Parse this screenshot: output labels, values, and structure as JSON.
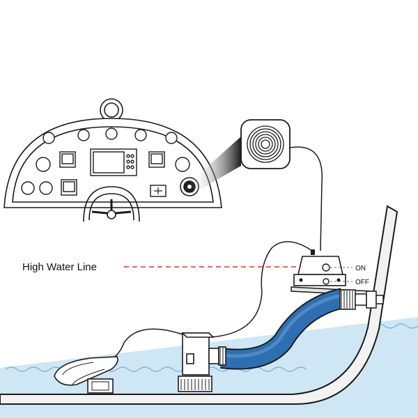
{
  "labels": {
    "high_water_line": "High Water Line",
    "switch_on": "ON",
    "switch_off": "OFF"
  },
  "colors": {
    "water": "#cfe6f4",
    "water_line": "#7fb4d6",
    "hose": "#2f6fb1",
    "hose_highlight": "#5a95cf",
    "high_water_dashes": "#d8342c",
    "outline": "#1a1a1a",
    "panel_fill": "#ffffff",
    "hull_fill": "#f2f2f2"
  }
}
